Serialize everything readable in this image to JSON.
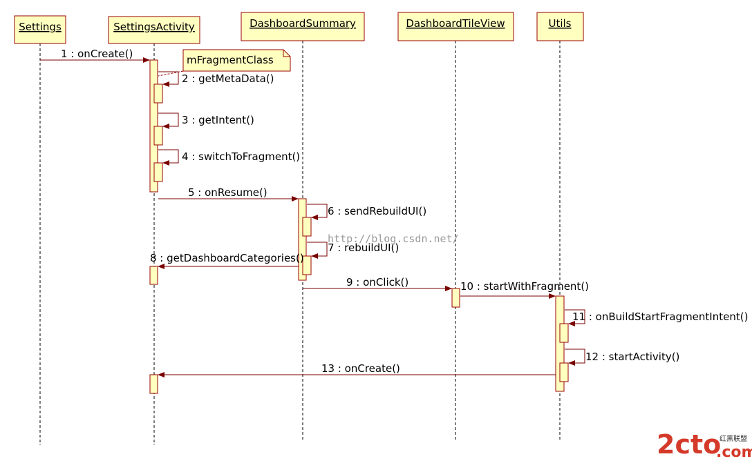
{
  "diagram": {
    "kind": "uml-sequence",
    "colors": {
      "box_fill": "#ffffc0",
      "box_stroke": "#990000",
      "arrow": "#7a0000",
      "lifeline": "#000000"
    },
    "lifelines": [
      {
        "id": "settings",
        "label": "Settings"
      },
      {
        "id": "settings_activity",
        "label": "SettingsActivity"
      },
      {
        "id": "dashboard_summary",
        "label": "DashboardSummary"
      },
      {
        "id": "dashboard_tile_view",
        "label": "DashboardTileView"
      },
      {
        "id": "utils",
        "label": "Utils"
      }
    ],
    "note": {
      "text": "mFragmentClass",
      "attached_to": "settings_activity"
    },
    "messages": [
      {
        "n": 1,
        "label": "1 : onCreate()",
        "from": "settings",
        "to": "settings_activity"
      },
      {
        "n": 2,
        "label": "2 : getMetaData()",
        "from": "settings_activity",
        "to": "settings_activity"
      },
      {
        "n": 3,
        "label": "3 : getIntent()",
        "from": "settings_activity",
        "to": "settings_activity"
      },
      {
        "n": 4,
        "label": "4 : switchToFragment()",
        "from": "settings_activity",
        "to": "settings_activity"
      },
      {
        "n": 5,
        "label": "5 : onResume()",
        "from": "settings_activity",
        "to": "dashboard_summary"
      },
      {
        "n": 6,
        "label": "6 : sendRebuildUI()",
        "from": "dashboard_summary",
        "to": "dashboard_summary"
      },
      {
        "n": 7,
        "label": "7 : rebuildUI()",
        "from": "dashboard_summary",
        "to": "dashboard_summary"
      },
      {
        "n": 8,
        "label": "8 : getDashboardCategories()",
        "from": "dashboard_summary",
        "to": "settings_activity"
      },
      {
        "n": 9,
        "label": "9 : onClick()",
        "from": "dashboard_summary",
        "to": "dashboard_tile_view"
      },
      {
        "n": 10,
        "label": "10 : startWithFragment()",
        "from": "dashboard_tile_view",
        "to": "utils"
      },
      {
        "n": 11,
        "label": "11 : onBuildStartFragmentIntent()",
        "from": "utils",
        "to": "utils"
      },
      {
        "n": 12,
        "label": "12 : startActivity()",
        "from": "utils",
        "to": "utils"
      },
      {
        "n": 13,
        "label": "13 : onCreate()",
        "from": "utils",
        "to": "settings_activity"
      }
    ]
  },
  "watermark": {
    "text": "http://blog.csdn.net/"
  },
  "logo": {
    "main": "2cto",
    "sub": "红黑联盟",
    "domain": ".com"
  }
}
